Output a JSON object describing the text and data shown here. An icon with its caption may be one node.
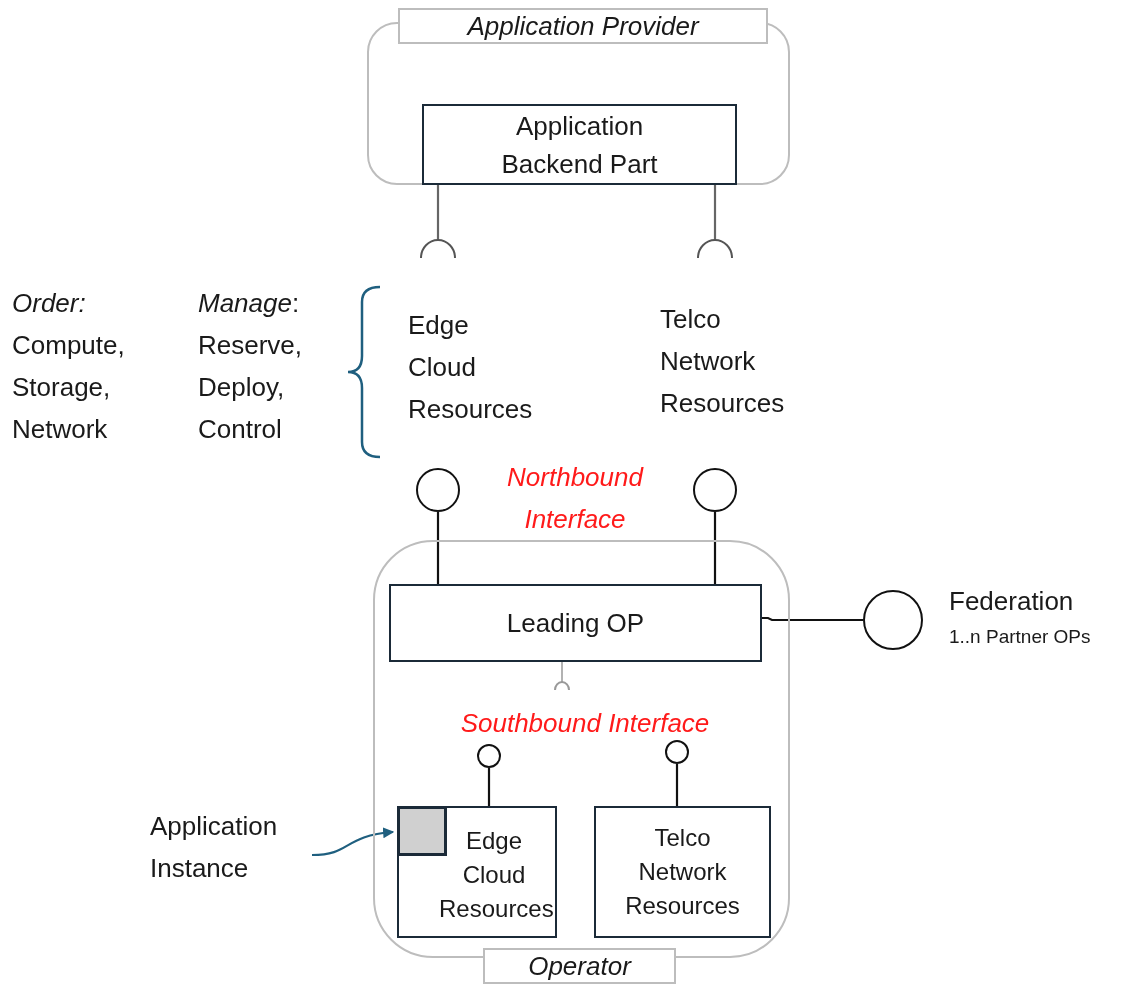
{
  "diagram": {
    "nodes": [
      {
        "text": [
          "Application Provider"
        ]
      },
      {
        "text": [
          "Application Backend Part"
        ],
        "in": 0
      },
      {
        "text": [],
        "shape": "socket"
      },
      {
        "text": [],
        "shape": "socket"
      },
      {
        "text": [],
        "shape": "circle"
      },
      {
        "text": [],
        "shape": "circle"
      },
      {
        "text": [
          "Operator"
        ]
      },
      {
        "text": [
          "Leading OP"
        ],
        "in": 6
      },
      {
        "text": [],
        "shape": "circle",
        "beside": [
          "Federation",
          "1..n Partner OPs"
        ]
      },
      {
        "text": [],
        "shape": "socket",
        "in": 6
      },
      {
        "text": [],
        "shape": "circle",
        "in": 6
      },
      {
        "text": [],
        "shape": "circle",
        "in": 6
      },
      {
        "text": [
          "Edge Cloud Resources"
        ],
        "in": 6
      },
      {
        "text": [],
        "shape": "box",
        "in": 12
      },
      {
        "text": [
          "Telco Network Resources"
        ],
        "in": 6
      },
      {
        "text": [
          "Application Instance"
        ]
      }
    ],
    "edges": [
      {
        "from": 1,
        "to": 2,
        "arrow": "none",
        "color": "#666666"
      },
      {
        "from": 1,
        "to": 3,
        "arrow": "none",
        "color": "#666666"
      },
      {
        "from": 7,
        "to": 4,
        "arrow": "none"
      },
      {
        "from": 7,
        "to": 5,
        "arrow": "none"
      },
      {
        "from": 7,
        "to": 8,
        "arrow": "none"
      },
      {
        "from": 7,
        "to": 9,
        "arrow": "none",
        "color": "#999999"
      },
      {
        "from": 12,
        "to": 10,
        "arrow": "none"
      },
      {
        "from": 14,
        "to": 11,
        "arrow": "none"
      },
      {
        "from": 15,
        "to": 13,
        "arrow": "to",
        "color": "#1f5f7f"
      }
    ],
    "labels": [
      "*Order:* Compute, Storage, Network",
      "*Manage*: Reserve, Deploy, Control",
      "Edge Cloud Resources",
      "Telco Network Resources",
      "Northbound Interface",
      "Southbound Interface"
    ]
  }
}
